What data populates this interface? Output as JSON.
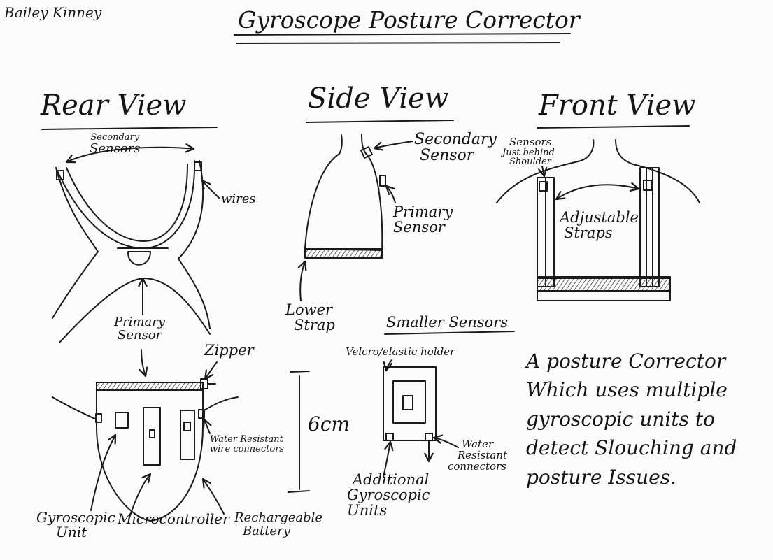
{
  "author": "Bailey Kinney",
  "title": "Gyroscope Posture Corrector",
  "views": {
    "rear": "Rear View",
    "side": "Side View",
    "front": "Front View"
  },
  "rear_labels": {
    "secondary_sensors": [
      "Secondary",
      "Sensors"
    ],
    "wires": "wires",
    "primary_sensor": [
      "Primary",
      "Sensor"
    ],
    "zipper": "Zipper",
    "size": "6cm",
    "water_resistant_wire_connectors": [
      "Water Resistant",
      "wire connectors"
    ],
    "gyroscopic_unit": [
      "Gyroscopic",
      "Unit"
    ],
    "microcontroller": "Microcontroller",
    "rechargeable_battery": [
      "Rechargeable",
      "Battery"
    ]
  },
  "side_labels": {
    "secondary_sensor": [
      "Secondary",
      "Sensor"
    ],
    "primary_sensor": [
      "Primary",
      "Sensor"
    ],
    "lower_strap": [
      "Lower",
      "Strap"
    ]
  },
  "front_labels": {
    "sensors_behind_shoulder": [
      "Sensors",
      "Just behind",
      "Shoulder"
    ],
    "adjustable_straps": [
      "Adjustable",
      "Straps"
    ]
  },
  "smaller_sensors": {
    "heading": "Smaller Sensors",
    "holder": "Velcro/elastic holder",
    "water_resistant_connectors": [
      "Water",
      "Resistant",
      "connectors"
    ],
    "additional_units": [
      "Additional",
      "Gyroscopic",
      "Units"
    ]
  },
  "description": [
    "A posture Corrector",
    "Which uses multiple",
    "gyroscopic units to",
    "detect Slouching and",
    "posture Issues."
  ]
}
